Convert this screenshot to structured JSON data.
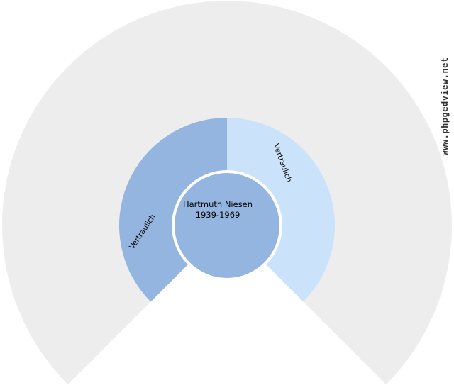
{
  "colors": {
    "background": "#ffffff",
    "outer_ring_gray": "#ededed",
    "male_blue": "#94b5e0",
    "female_light_blue": "#cbe3fa",
    "ring_separator_white": "#ffffff",
    "label_text": "#000000",
    "watermark_text": "#333333"
  },
  "watermark": {
    "text": "www.phpgedview.net"
  },
  "fan_chart": {
    "type": "genealogy-fan-chart",
    "fan_degrees": 270,
    "center_person": {
      "name": "Hartmuth Niesen",
      "lifespan": "1939-1969"
    },
    "sectors": [
      {
        "position": "left-father",
        "label": "Vertraulich"
      },
      {
        "position": "right-mother",
        "label": "Vertraulich"
      }
    ]
  }
}
